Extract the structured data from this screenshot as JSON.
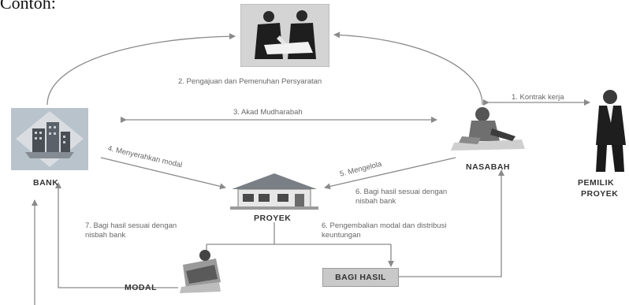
{
  "heading": "Contoh:",
  "nodes": {
    "bank": "BANK",
    "nasabah": "NASABAH",
    "proyek": "PROYEK",
    "modal": "MODAL",
    "bagi_hasil": "BAGI HASIL",
    "pemilik_line1": "PEMILIK",
    "pemilik_line2": "PROYEK"
  },
  "flows": {
    "step1": "1. Kontrak kerja",
    "step2": "2. Pengajuan dan Pemenuhan Persyaratan",
    "step3": "3. Akad Mudharabah",
    "step4": "4. Menyerahkan modal",
    "step5": "5. Mengelola",
    "step6a": "6. Bagi hasil sesuai dengan nisbah bank",
    "step6b": "6. Pengembalian modal dan distribusi keuntungan",
    "step7": "7. Bagi hasil sesuai dengan nisbah bank"
  },
  "colors": {
    "line": "#8a8a8a",
    "bank_panel": "#b9c3cc",
    "roof": "#7a7f86",
    "box": "#c9c9c9"
  }
}
